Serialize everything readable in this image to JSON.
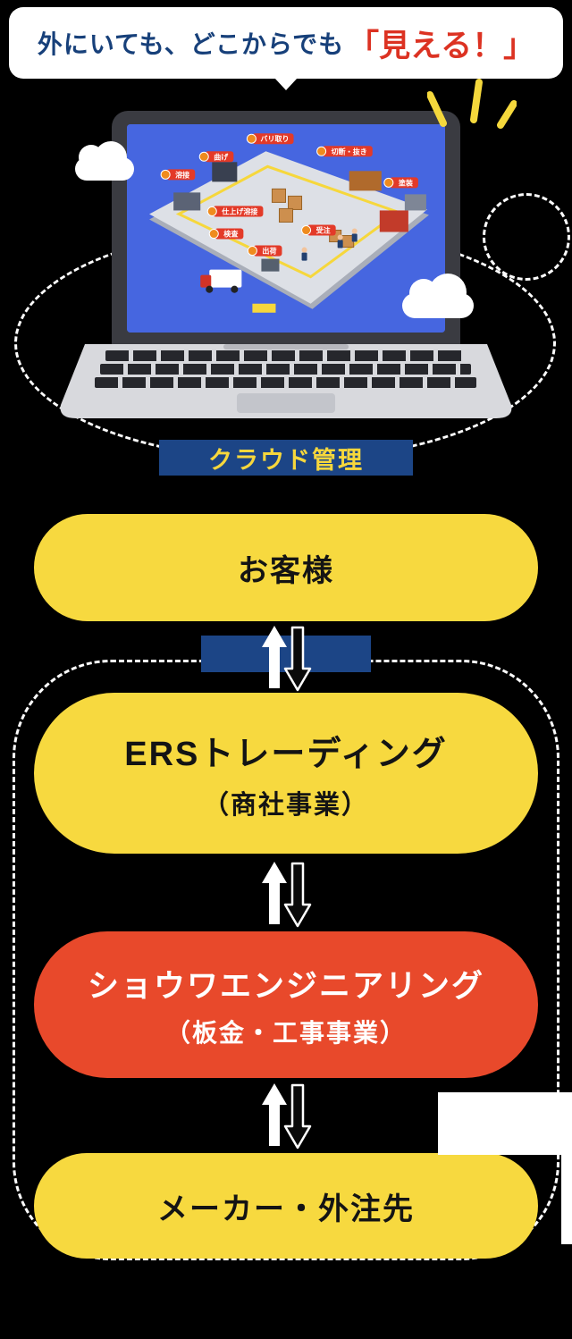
{
  "bubble": {
    "text_main": "外にいても、どこからでも",
    "text_accent": "「見える！」"
  },
  "laptop": {
    "screen_content": "factory-floor-isometric-illustration",
    "stations": [
      {
        "label": "曲げ"
      },
      {
        "label": "バリ取り"
      },
      {
        "label": "切断・抜き"
      },
      {
        "label": "溶接"
      },
      {
        "label": "塗装"
      },
      {
        "label": "仕上げ溶接"
      },
      {
        "label": "検査"
      },
      {
        "label": "受注"
      },
      {
        "label": "出荷"
      }
    ]
  },
  "cloud_banner": {
    "label": "クラウド管理"
  },
  "flow": {
    "customer": {
      "label": "お客様"
    },
    "ers": {
      "title": "ERSトレーディング",
      "subtitle": "（商社事業）"
    },
    "showa": {
      "title": "ショウワエンジニアリング",
      "subtitle": "（板金・工事事業）"
    },
    "maker": {
      "label": "メーカー・外注先"
    }
  },
  "colors": {
    "background": "#000000",
    "pill_yellow": "#F7D93F",
    "pill_red": "#E8492B",
    "navy": "#1C4586",
    "screen_blue": "#4666E0",
    "bubble_text_navy": "#17407A",
    "bubble_text_red": "#DC3222",
    "banner_text_yellow": "#F6D73C"
  }
}
